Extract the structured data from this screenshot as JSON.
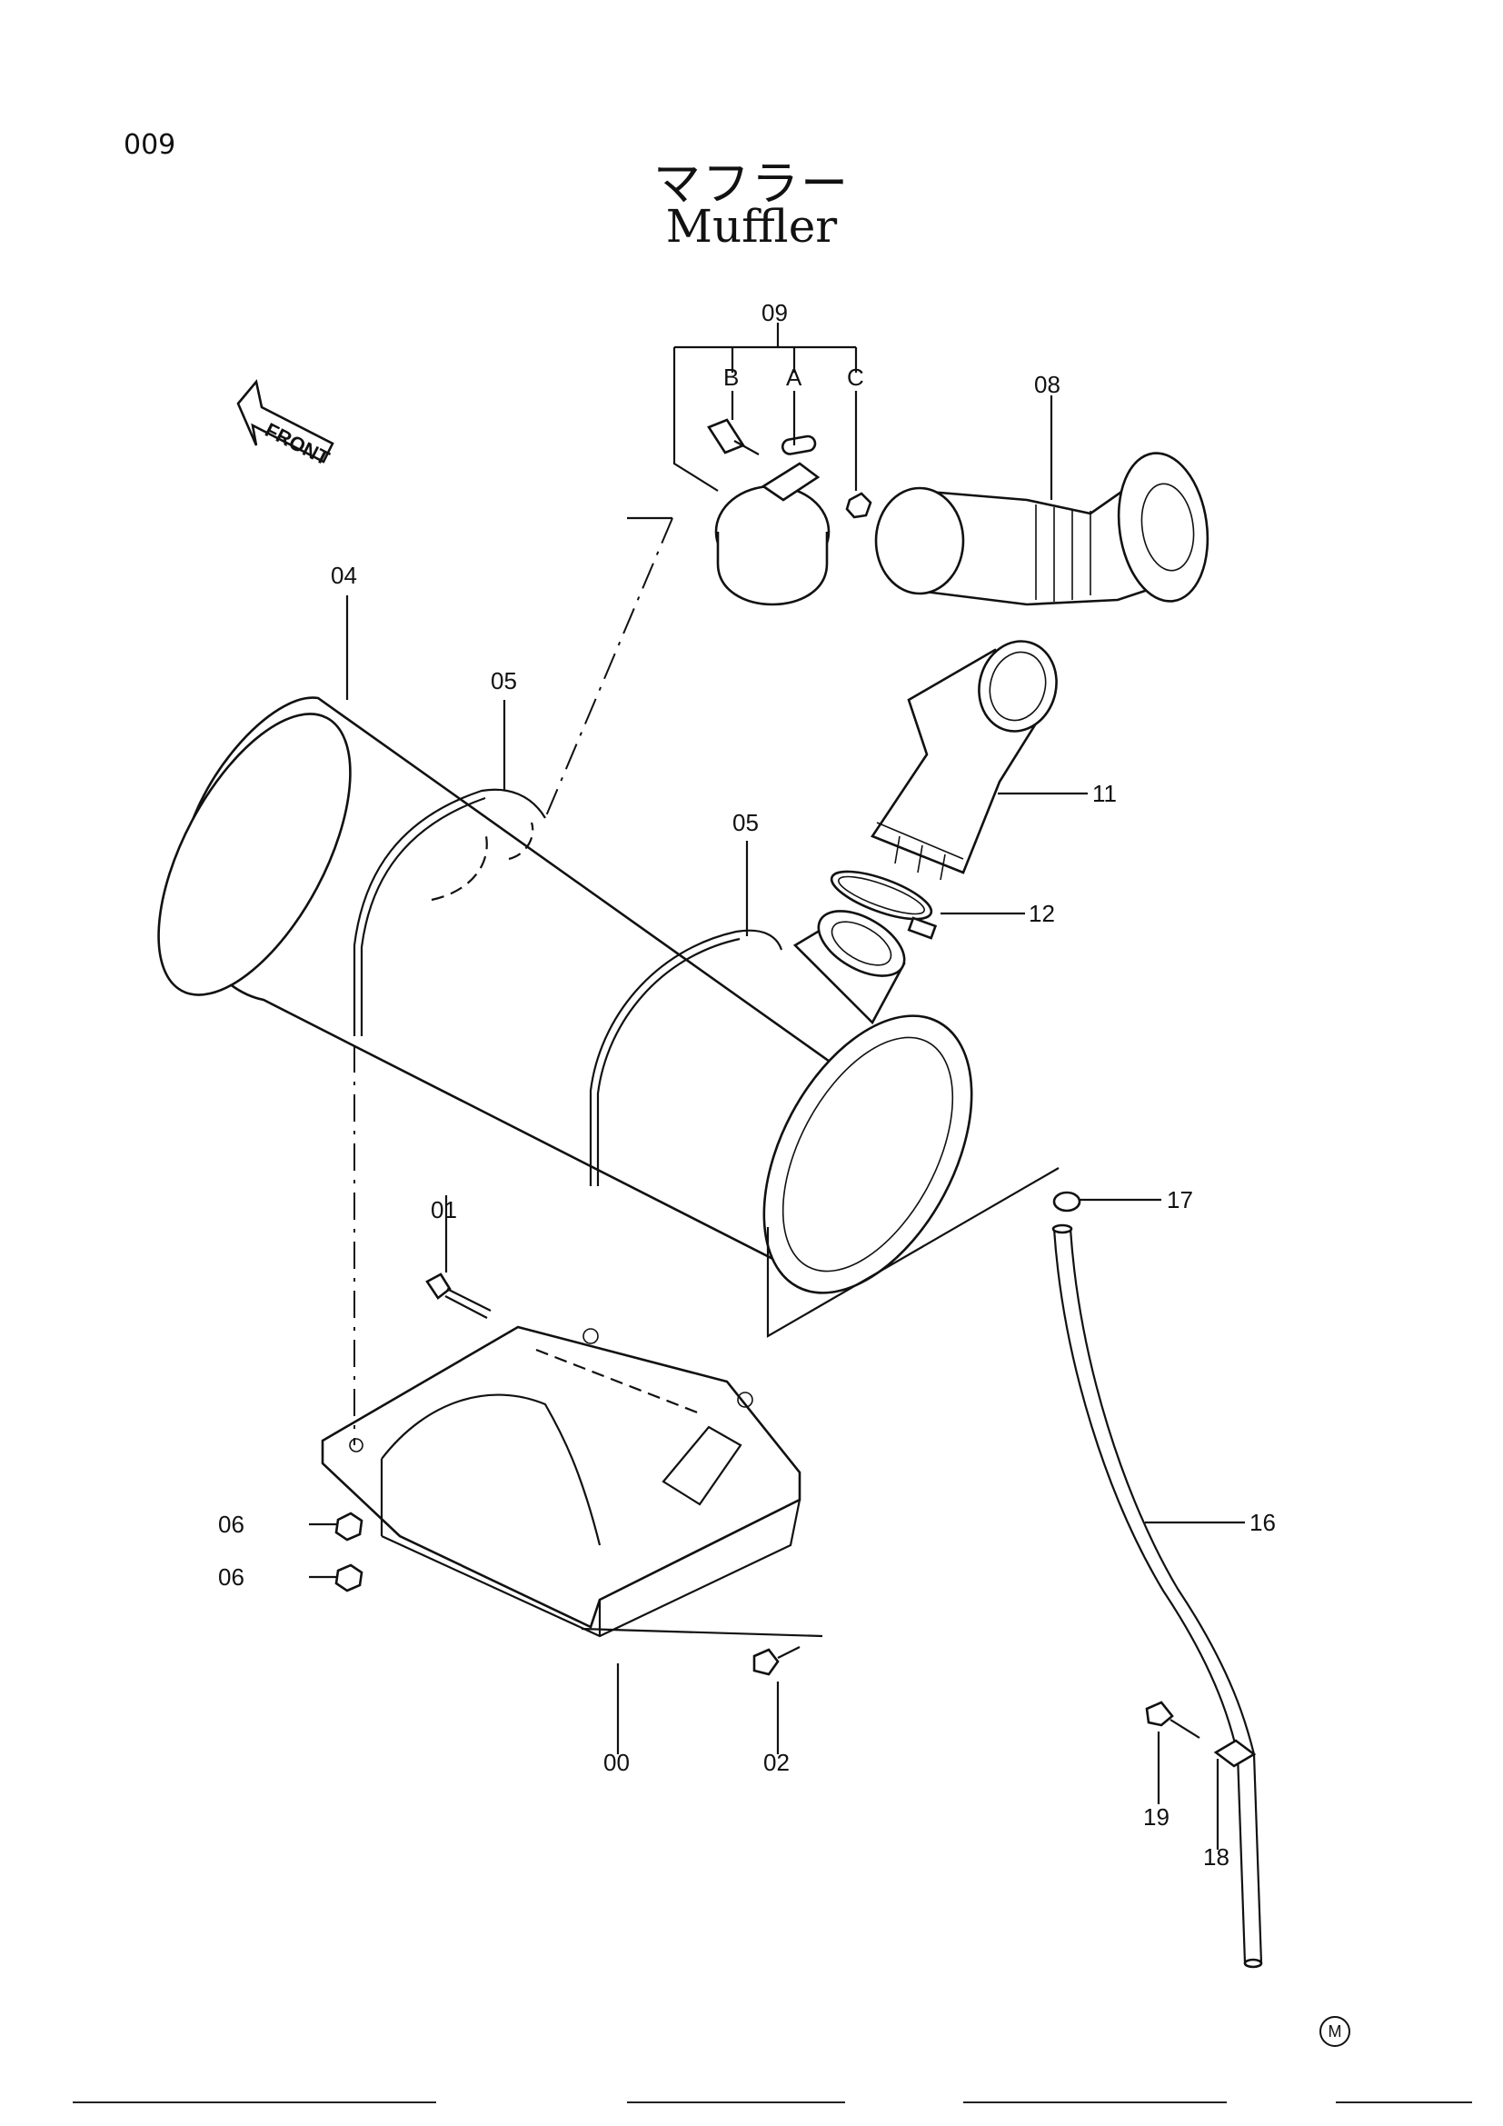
{
  "page": {
    "number": "009",
    "title_jp": "マフラー",
    "title_en": "Muffler",
    "direction_label": "FRONT",
    "corner_mark": "M"
  },
  "callouts": {
    "c00": "00",
    "c01": "01",
    "c02": "02",
    "c04": "04",
    "c05a": "05",
    "c05b": "05",
    "c06a": "06",
    "c06b": "06",
    "c08": "08",
    "c09": "09",
    "c09A": "A",
    "c09B": "B",
    "c09C": "C",
    "c11": "11",
    "c12": "12",
    "c16": "16",
    "c17": "17",
    "c18": "18",
    "c19": "19"
  }
}
